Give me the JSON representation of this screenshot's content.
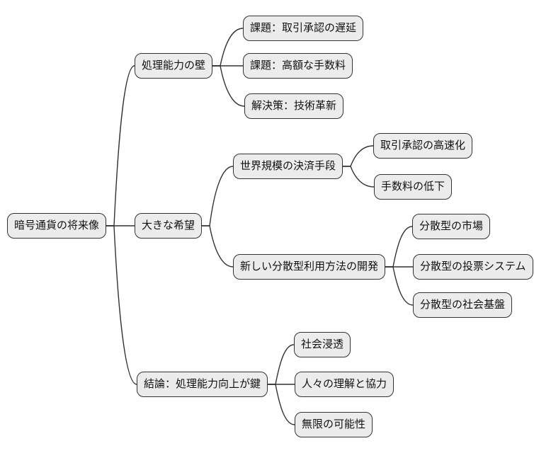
{
  "diagram": {
    "type": "mindmap",
    "colors": {
      "background": "#ffffff",
      "node_fill": "#ececec",
      "node_border": "#333333",
      "edge": "#333333",
      "text": "#111111"
    }
  },
  "mindmap": {
    "root": {
      "label": "暗号通貨の将来像",
      "children": [
        {
          "label": "処理能力の壁",
          "children": [
            {
              "label": "課題：取引承認の遅延"
            },
            {
              "label": "課題：高額な手数料"
            },
            {
              "label": "解決策：技術革新"
            }
          ]
        },
        {
          "label": "大きな希望",
          "children": [
            {
              "label": "世界規模の決済手段",
              "children": [
                {
                  "label": "取引承認の高速化"
                },
                {
                  "label": "手数料の低下"
                }
              ]
            },
            {
              "label": "新しい分散型利用方法の開発",
              "children": [
                {
                  "label": "分散型の市場"
                },
                {
                  "label": "分散型の投票システム"
                },
                {
                  "label": "分散型の社会基盤"
                }
              ]
            }
          ]
        },
        {
          "label": "結論：処理能力向上が鍵",
          "children": [
            {
              "label": "社会浸透"
            },
            {
              "label": "人々の理解と協力"
            },
            {
              "label": "無限の可能性"
            }
          ]
        }
      ]
    }
  }
}
